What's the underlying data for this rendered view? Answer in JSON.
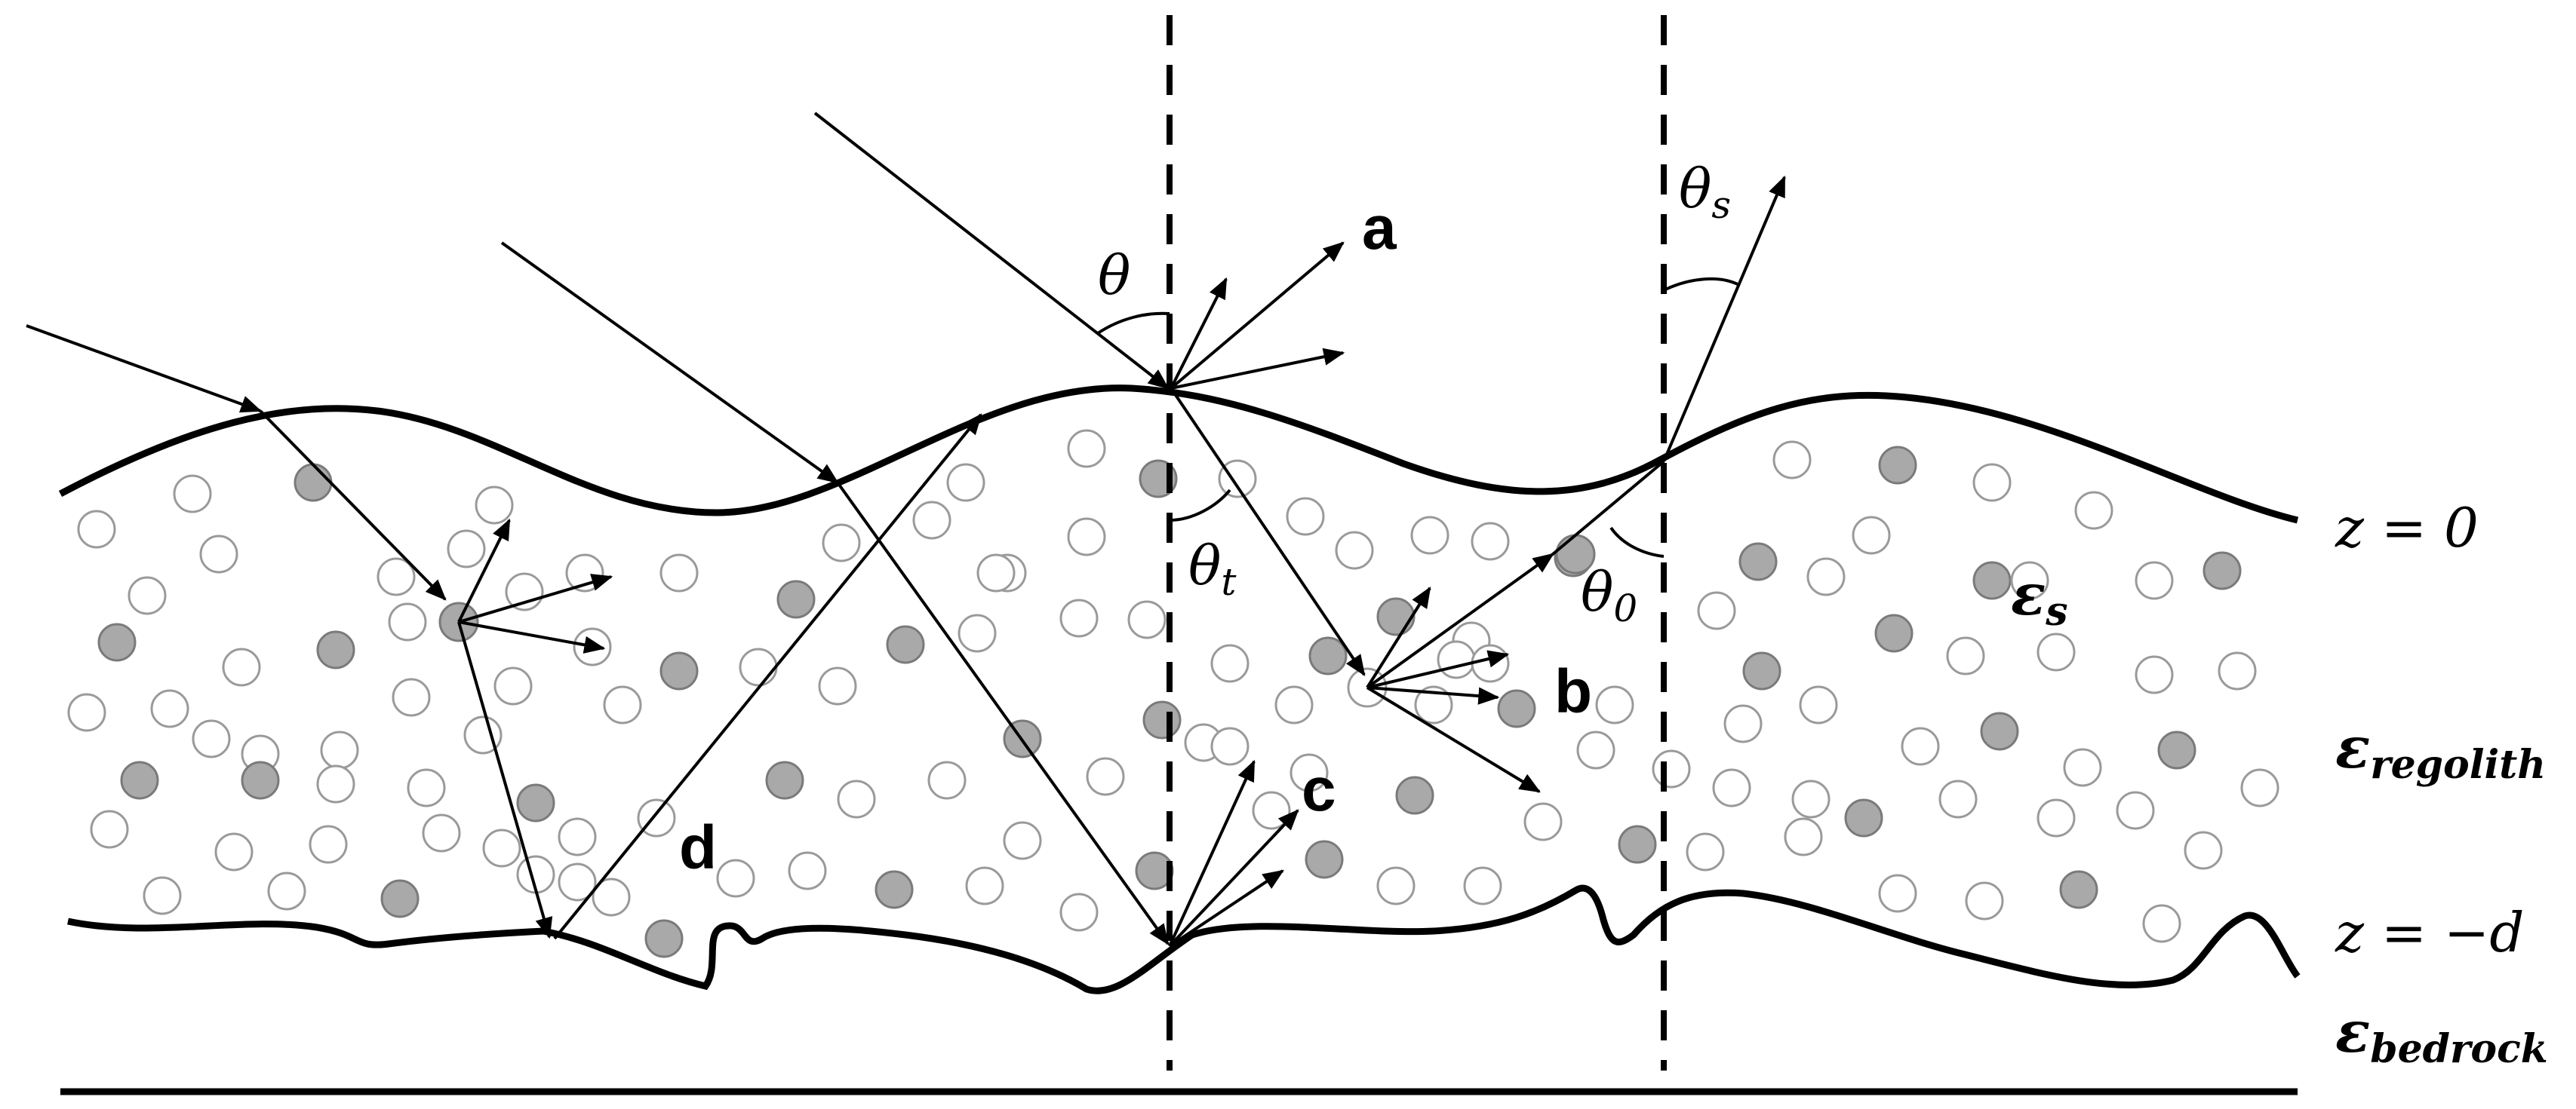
{
  "labels": {
    "a": "a",
    "b": "b",
    "c": "c",
    "d": "d",
    "theta": "θ",
    "theta_t_main": "θ",
    "theta_t_sub": "t",
    "theta_0_main": "θ",
    "theta_0_sub": "0",
    "theta_s_main": "θ",
    "theta_s_sub": "s",
    "z0": "z = 0",
    "zd": "z = −d",
    "eps_s_main": "ε",
    "eps_s_sub": "s",
    "eps_regolith_main": "ε",
    "eps_regolith_sub": "regolith",
    "eps_bedrock_main": "ε",
    "eps_bedrock_sub": "bedrock"
  },
  "colors": {
    "line": "#000000",
    "particle_filled": "#a9a9a9",
    "particle_filled_stroke": "#7a7a7a",
    "particle_empty_stroke": "#9a9a9a",
    "background": "#ffffff"
  }
}
